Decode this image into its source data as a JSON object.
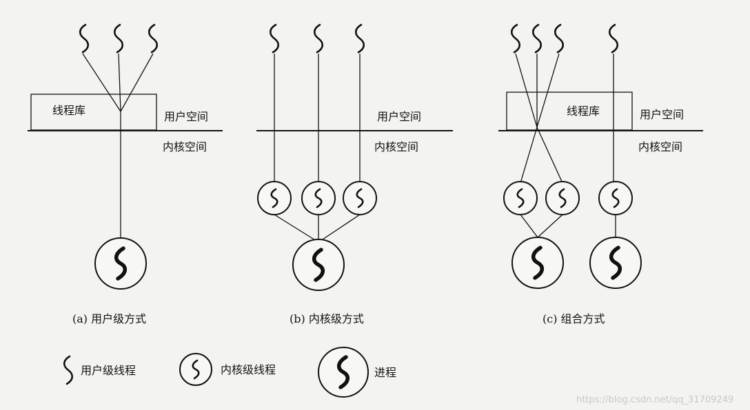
{
  "labels": {
    "thread_library": "线程库",
    "user_space": "用户空间",
    "kernel_space": "内核空间"
  },
  "captions": {
    "a": "(a) 用户级方式",
    "b": "(b) 内核级方式",
    "c": "(c) 组合方式"
  },
  "legend": {
    "user_thread": "用户级线程",
    "kernel_thread": "内核级线程",
    "process": "进程"
  },
  "watermark": "https://blog.csdn.net/qq_31709249"
}
